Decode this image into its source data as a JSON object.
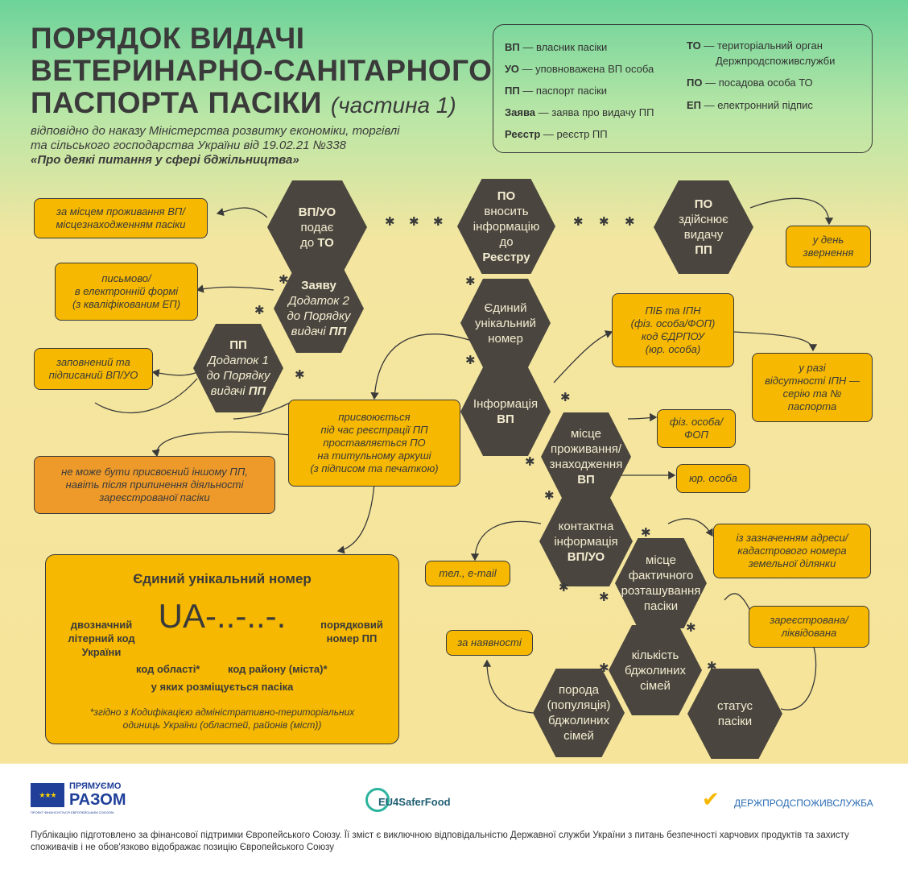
{
  "title": {
    "line1": "ПОРЯДОК ВИДАЧІ",
    "line2": "ВЕТЕРИНАРНО-САНІТАРНОГО",
    "line3": "ПАСПОРТА ПАСІКИ",
    "part": "(частина 1)"
  },
  "subtitle": {
    "line1": "відповідно до наказу Міністерства розвитку економіки, торгівлі",
    "line2": "та сільського господарства України від 19.02.21 №338",
    "line3": "«Про деякі питання у сфері бджільництва»"
  },
  "legend": [
    {
      "abbr": "ВП",
      "text": " — власник пасіки"
    },
    {
      "abbr": "УО",
      "text": " — уповноважена ВП особа"
    },
    {
      "abbr": "ПП",
      "text": " — паспорт пасіки"
    },
    {
      "abbr": "Заява",
      "text": " — заява про видачу ПП"
    },
    {
      "abbr": "Реєстр",
      "text": " — реєстр ПП"
    },
    {
      "abbr": "ТО",
      "text": " — територіальний орган",
      "text2": "Держпродспоживслужби"
    },
    {
      "abbr": "ПО",
      "text": " — посадова особа ТО"
    },
    {
      "abbr": "ЕП",
      "text": " — електронний підпис"
    }
  ],
  "hexes": {
    "vpuo": {
      "l1": "ВП/УО",
      "l2": "подає",
      "l3": "до ",
      "l3b": "ТО"
    },
    "po_vnosit": {
      "l1": "ПО",
      "l2": "вносить",
      "l3": "інформацію",
      "l4": "до",
      "l5": "Реєстру"
    },
    "po_vydacha": {
      "l1": "ПО",
      "l2": "здійснює",
      "l3": "видачу",
      "l4": "ПП"
    },
    "zayavu": {
      "l1": "Заяву",
      "l2": "Додаток 2",
      "l3": "до Порядку",
      "l4": "видачі ",
      "l4b": "ПП"
    },
    "pp": {
      "l1": "ПП",
      "l2": "Додаток 1",
      "l3": "до Порядку",
      "l4": "видачі ",
      "l4b": "ПП"
    },
    "unique": {
      "l1": "Єдиний",
      "l2": "унікальний",
      "l3": "номер"
    },
    "info": {
      "l1": "Інформація",
      "l2": "ВП"
    },
    "place": {
      "l1": "місце",
      "l2": "проживання/",
      "l3": "знаходження",
      "l4": "ВП"
    },
    "contact": {
      "l1": "контактна",
      "l2": "інформація",
      "l3": "ВП/УО"
    },
    "location": {
      "l1": "місце",
      "l2": "фактичного",
      "l3": "розташування",
      "l4": "пасіки"
    },
    "count": {
      "l1": "кількість",
      "l2": "бджолиних",
      "l3": "сімей"
    },
    "breed": {
      "l1": "порода",
      "l2": "(популяція)",
      "l3": "бджолиних",
      "l4": "сімей"
    },
    "status": {
      "l1": "статус",
      "l2": "пасіки"
    }
  },
  "boxes": {
    "residence": {
      "l1": "за місцем проживання ВП/",
      "l2": "місцезнаходженням пасіки"
    },
    "written": {
      "l1": "письмово/",
      "l2": "в електронній формі",
      "l3": "(з кваліфікованим ЕП)"
    },
    "filled": {
      "l1": "заповнений та",
      "l2": "підписаний ВП/УО"
    },
    "assigned": {
      "l1": "присвоюється",
      "l2": "під час реєстрації ПП",
      "l3": "проставляється ПО",
      "l4": "на титульному аркуші",
      "l5": "(з підписом та печаткою)"
    },
    "cannot": {
      "l1": "не може бути присвоєний іншому ПП,",
      "l2": "навіть після припинення діяльності",
      "l3": "зареєстрованої пасіки"
    },
    "dayof": {
      "l1": "у день",
      "l2": "звернення"
    },
    "pib": {
      "l1": "ПІБ та ІПН",
      "l2": "(фіз. особа/ФОП)",
      "l3": "код ЄДРПОУ",
      "l4": "(юр. особа)"
    },
    "noipn": {
      "l1": "у разі",
      "l2": "відсутності ІПН —",
      "l3": "серію та №",
      "l4": "паспорта"
    },
    "fiz": {
      "l1": "фіз. особа/",
      "l2": "ФОП"
    },
    "yur": {
      "l1": "юр. особа"
    },
    "address": {
      "l1": "із зазначенням адреси/",
      "l2": "кадастрового номера",
      "l3": "земельної ділянки"
    },
    "tel": {
      "l1": "тел., e-mail"
    },
    "registered": {
      "l1": "зареєстрована/",
      "l2": "ліквідована"
    },
    "avail": {
      "l1": "за наявності"
    }
  },
  "ua": {
    "title": "Єдиний унікальний номер",
    "code": "UA-..-..-.",
    "left": {
      "l1": "двозначний",
      "l2": "літерний код",
      "l3": "України"
    },
    "right": {
      "l1": "порядковий",
      "l2": "номер ПП"
    },
    "region": "код області*",
    "district": "код району (міста)*",
    "where": "у яких розміщується пасіка",
    "note1": "*згідно з Кодифікацією адміністративно-територіальних",
    "note2": "одиниць України (областей, районів (міст))"
  },
  "footer": {
    "eu_line1": "ПРЯМУЄМО",
    "eu_line2": "РАЗОМ",
    "eu_small": "ПРОЕКТ ФІНАНСУЄТЬСЯ ЄВРОПЕЙСЬКИМ СОЮЗОМ",
    "eu4": "EU4SaferFood",
    "dps": "ДЕРЖПРОДСПОЖИВСЛУЖБА",
    "disclaimer": "Публікацію підготовлено за фінансової підтримки Європейського Союзу. Її зміст є виключною відповідальністю Державної служби України з питань безпечності харчових продуктів та захисту споживачів і не обов'язково відображає позицію Європейського Союзу"
  },
  "colors": {
    "hex_dark": "#4a463f",
    "accent": "#f6b800",
    "orange": "#ee9a2a",
    "eu_blue": "#1f3f99",
    "dps_blue": "#2b6db3"
  },
  "icons": [
    "bee-icon",
    "eu-flag-icon",
    "eu4saferfood-icon",
    "checkmark-shield-icon"
  ]
}
